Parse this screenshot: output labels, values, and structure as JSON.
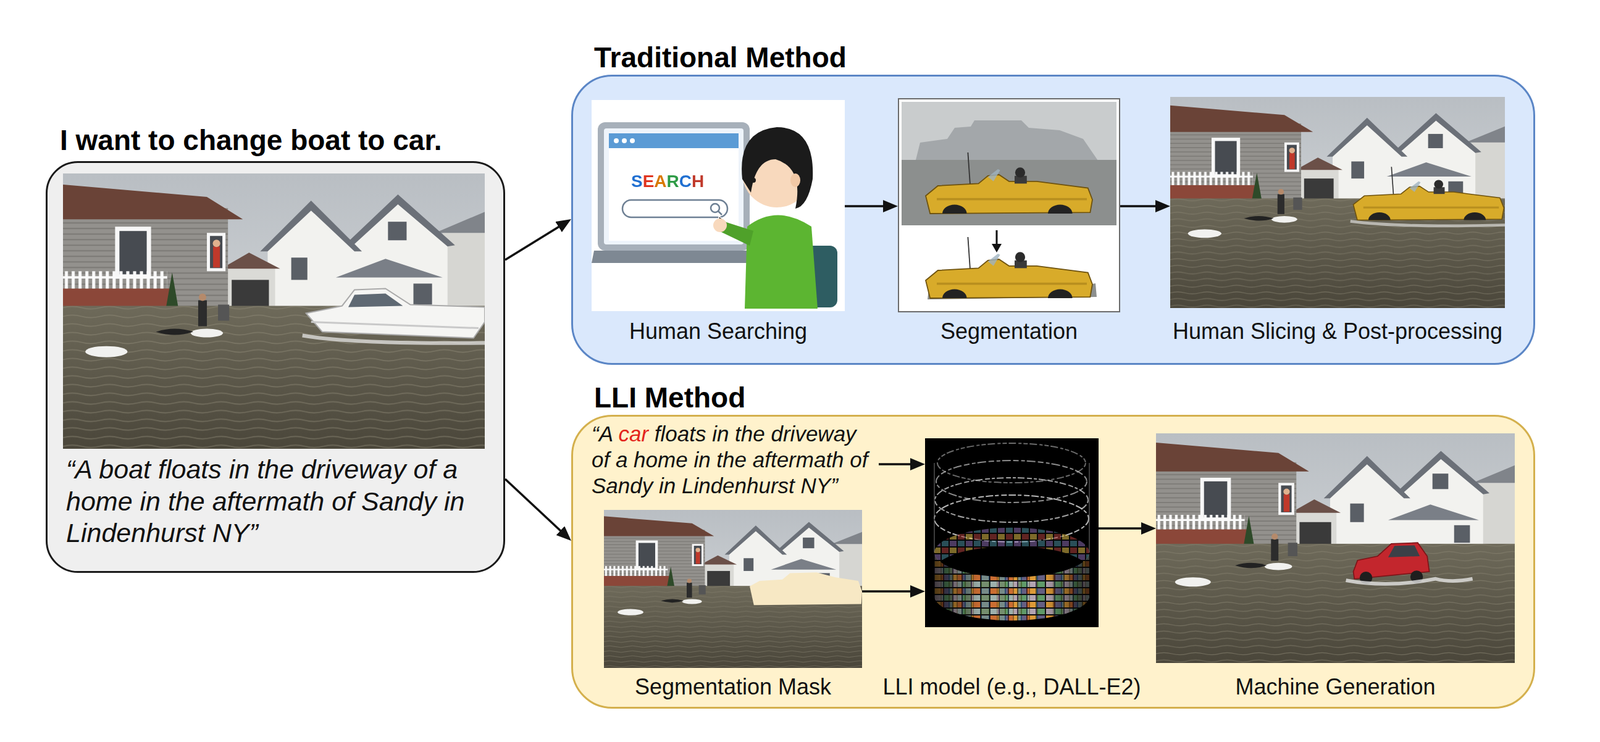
{
  "diagram": {
    "nodes": [
      {
        "text": [
          "I want to change boat to car.",
          "“A boat floats in the driveway of a home in the aftermath of Sandy in Lindenhurst NY”"
        ]
      },
      {
        "text": [
          "Traditional Method"
        ]
      },
      {
        "text": [
          "Human Searching"
        ],
        "in": 1
      },
      {
        "text": [
          "Segmentation"
        ],
        "in": 1
      },
      {
        "text": [
          "Human Slicing & Post-processing"
        ],
        "in": 1
      },
      {
        "text": [
          "LLI Method"
        ]
      },
      {
        "text": [
          "“A car floats in the driveway of a home in the aftermath of Sandy in Lindenhurst NY”"
        ],
        "in": 5
      },
      {
        "text": [
          "Segmentation Mask"
        ],
        "in": 5
      },
      {
        "text": [
          "LLI model (e.g., DALL-E2)"
        ],
        "in": 5
      },
      {
        "text": [
          "Machine Generation"
        ],
        "in": 5
      }
    ],
    "edges": [
      {
        "from": 0,
        "to": 1,
        "arrow": "to"
      },
      {
        "from": 0,
        "to": 5,
        "arrow": "to"
      },
      {
        "from": 2,
        "to": 3,
        "arrow": "to"
      },
      {
        "from": 3,
        "to": 4,
        "arrow": "to"
      },
      {
        "from": 6,
        "to": 8,
        "arrow": "to"
      },
      {
        "from": 7,
        "to": 8,
        "arrow": "to"
      },
      {
        "from": 8,
        "to": 9,
        "arrow": "to"
      }
    ],
    "labels": [
      "SEARCH"
    ]
  }
}
